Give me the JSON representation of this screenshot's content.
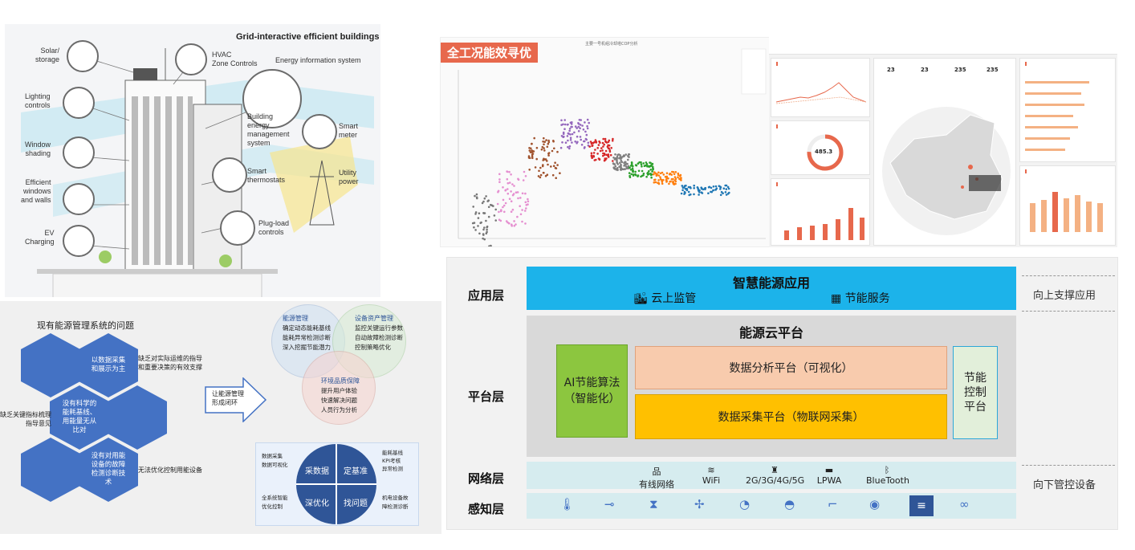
{
  "building": {
    "title": "Grid-interactive efficient buildings",
    "labels": [
      "Solar/\nstorage",
      "Lighting\ncontrols",
      "Window\nshading",
      "Efficient\nwindows\nand walls",
      "EV\nCharging",
      "HVAC\nZone Controls",
      "Energy information system",
      "Building\nenergy\nmanagement\nsystem",
      "Smart\nmeter",
      "Smart\nthermostats",
      "Utility\npower",
      "Plug-load\ncontrols"
    ]
  },
  "problems": {
    "title": "现有能源管理系统的问题",
    "hex": [
      "以数据采集\n和展示为主",
      "没有科学的\n能耗基线、\n用能量无从\n比对",
      "没有对用能\n设备的故障\n检测诊断技\n术"
    ],
    "side_texts": [
      "缺乏对实际运维的指导\n和重要决策的有效支撑",
      "缺乏关键指标梳理和\n指导意见",
      "无法优化控制用能设备"
    ],
    "arrow": "让能源管理\n形成闭环",
    "venn": [
      {
        "head": "能源管理",
        "lines": [
          "确定动态能耗基线",
          "能耗异常检测诊断",
          "深入挖掘节能潜力"
        ]
      },
      {
        "head": "设备资产管理",
        "lines": [
          "监控关键运行参数",
          "自动故障检测诊断",
          "控制策略优化"
        ]
      },
      {
        "head": "环境品质保障",
        "lines": [
          "提升用户体验",
          "快速解决问题",
          "人员行为分析"
        ]
      }
    ],
    "wheel": [
      "采数据",
      "定基准",
      "深优化",
      "找问题"
    ],
    "wheel_notes": [
      "数据采集\n数据可视化",
      "能耗基线\nKPI考核\n异常检测",
      "全系统智能\n优化控制",
      "机电设备故\n障检测诊断"
    ]
  },
  "scatter": {
    "badge": "全工况能效寻优",
    "title": "主要一号机组冷却塔COP分析"
  },
  "dashboard": {
    "stats": [
      "23",
      "23",
      "235",
      "235"
    ],
    "center_value": "485.3"
  },
  "arch": {
    "layers": [
      "应用层",
      "平台层",
      "网络层",
      "感知层"
    ],
    "app_title": "智慧能源应用",
    "app_items": [
      "云上监管",
      "节能服务"
    ],
    "platform_title": "能源云平台",
    "ai": "AI节能算法\n（智能化）",
    "analysis": "数据分析平台（可视化）",
    "collect": "数据采集平台（物联网采集）",
    "control": "节能\n控制\n平台",
    "network": [
      "有线网络",
      "WiFi",
      "2G/3G/4G/5G",
      "LPWA",
      "BlueTooth"
    ],
    "side_up": "向上支撑应用",
    "side_down": "向下管控设备",
    "colors": {
      "app": "#1cb3ea",
      "ai": "#8cc63f",
      "analysis": "#f8cbad",
      "collect": "#ffc000",
      "control": "#e2efda",
      "net": "#d6ecef"
    }
  }
}
